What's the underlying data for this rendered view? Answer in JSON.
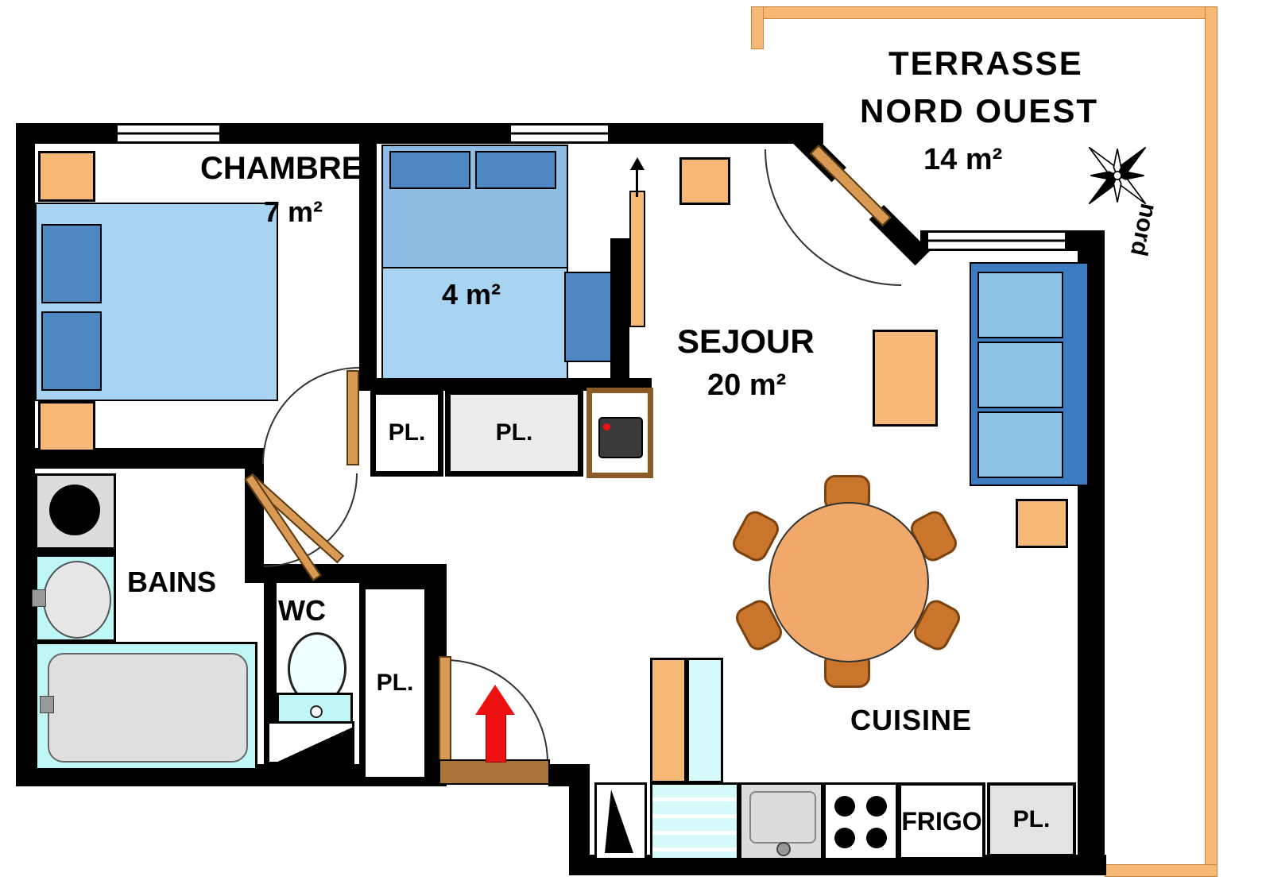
{
  "title": "Plan d'appartement 2 pièces",
  "rooms": {
    "chambre": {
      "name": "CHAMBRE",
      "area": "7 m²"
    },
    "alcove": {
      "area": "4 m²"
    },
    "sejour": {
      "name": "SEJOUR",
      "area": "20  m²"
    },
    "terrasse": {
      "line1": "TERRASSE",
      "line2": "NORD  OUEST",
      "area": "14  m²"
    },
    "bains": {
      "name": "BAINS"
    },
    "wc": {
      "name": "WC"
    },
    "cuisine": {
      "name": "CUISINE"
    }
  },
  "labels": {
    "placard": "PL.",
    "frigo": "FRIGO",
    "nord": "nord"
  },
  "colors": {
    "wall": "#000000",
    "terrace_rail_tan": "#F5B877",
    "furniture_tan": "#F5B877",
    "door_leaf_tan": "#D99A55",
    "threshold_brown": "#A9743A",
    "bed_light_blue": "#A9D4F1",
    "bed_medium_blue": "#8FBCE4",
    "pillow_blue": "#4E86C2",
    "couch_frame_blue": "#3D7CC0",
    "couch_cushion_blue": "#8FC3E8",
    "table_orange": "#F0A96B",
    "chair_brown": "#C9752C",
    "fixture_cyan": "#BFF6F6",
    "kitchen_cyan": "#D6FAFA",
    "appliance_gray": "#DCDCDC",
    "entry_arrow_red": "#EE1111",
    "tv_cabinet_brown": "#8A5A28"
  }
}
